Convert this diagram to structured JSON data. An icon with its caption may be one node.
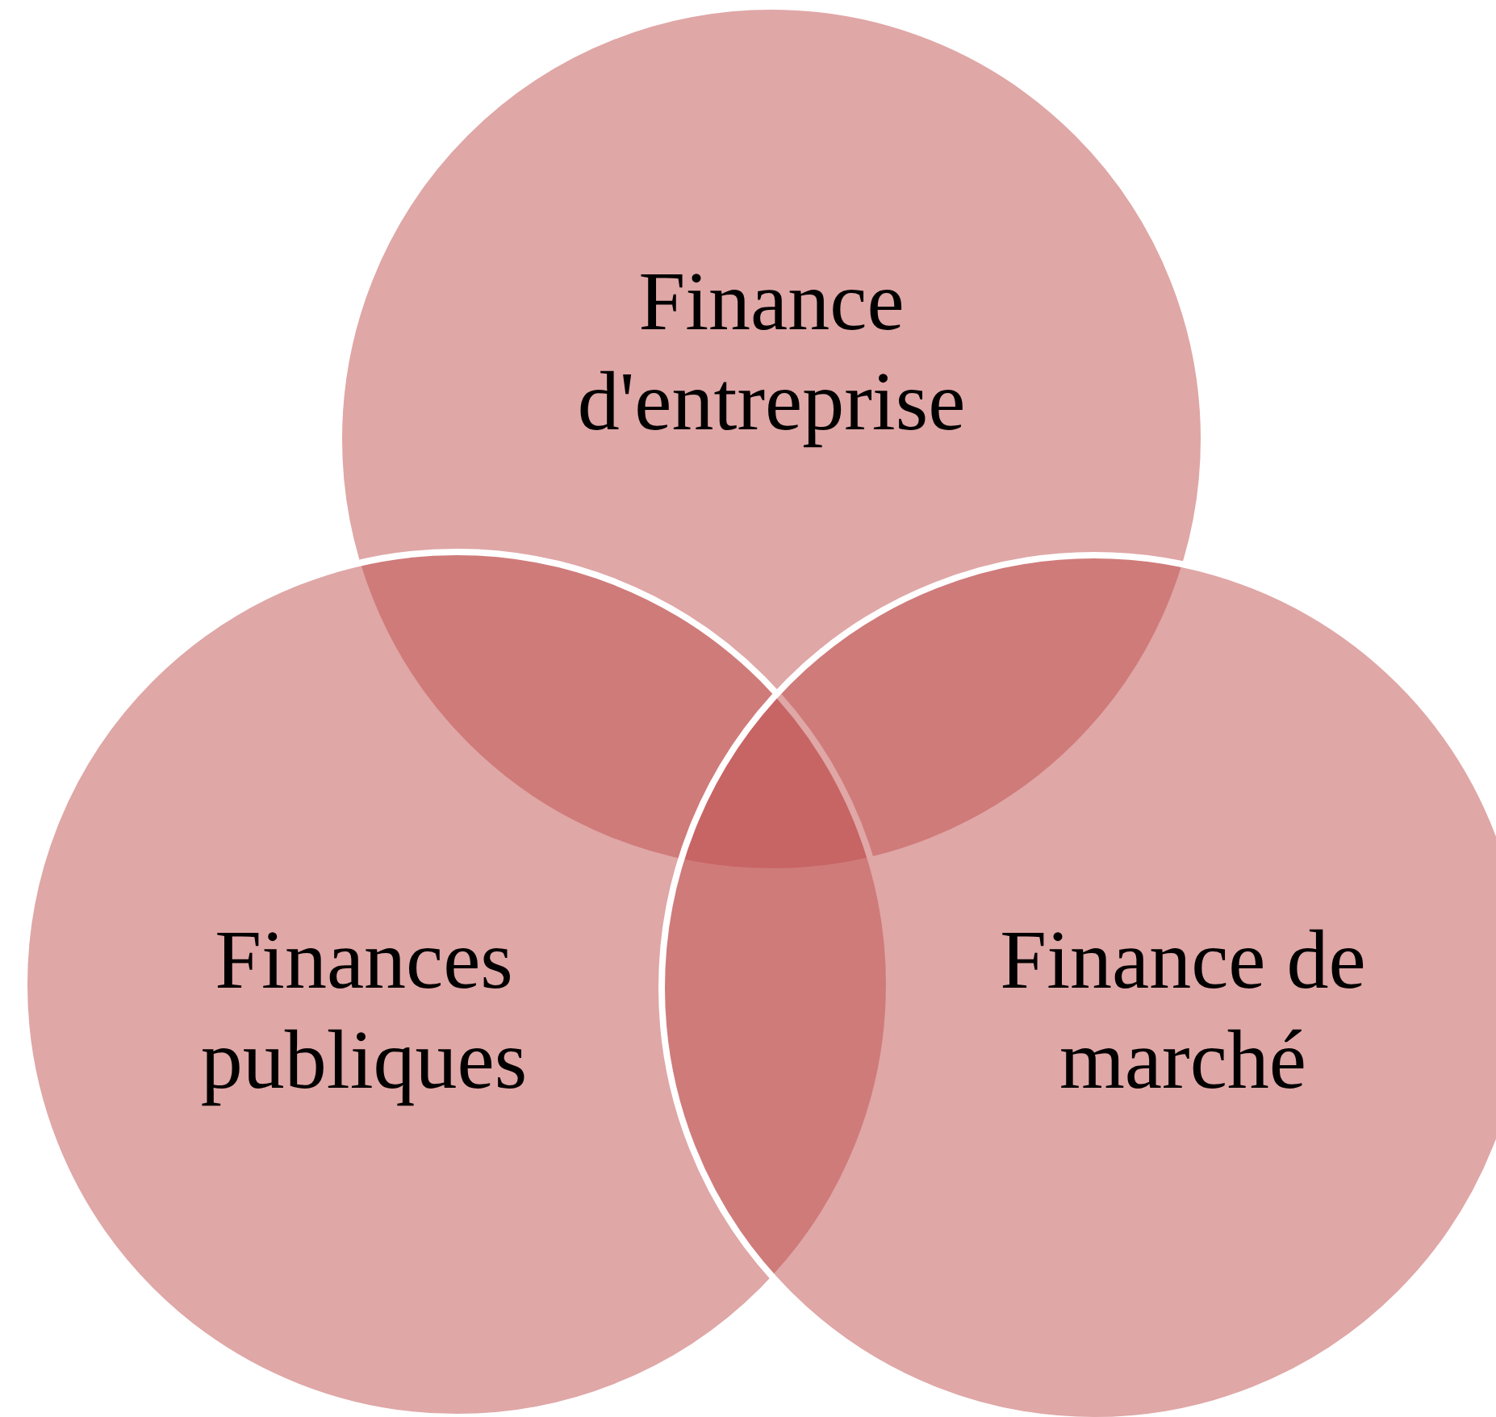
{
  "diagram": {
    "nodes": [
      {
        "text": [
          "Finance d'entreprise"
        ]
      },
      {
        "text": [
          "Finances publiques"
        ]
      },
      {
        "text": [
          "Finance de marché"
        ]
      }
    ]
  }
}
